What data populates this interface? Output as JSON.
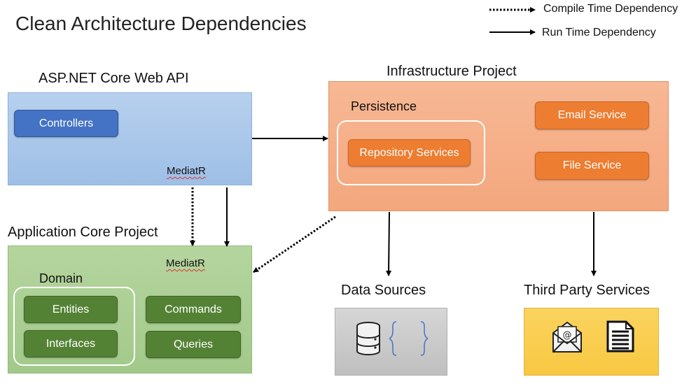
{
  "title": "Clean Architecture Dependencies",
  "legend": {
    "compile_time": "Compile Time Dependency",
    "run_time": "Run Time Dependency"
  },
  "web_api": {
    "label": "ASP.NET Core Web API",
    "controllers": "Controllers",
    "mediatr": "MediatR"
  },
  "core": {
    "label": "Application Core Project",
    "mediatr": "MediatR",
    "domain": "Domain",
    "entities": "Entities",
    "interfaces": "Interfaces",
    "commands": "Commands",
    "queries": "Queries"
  },
  "infrastructure": {
    "label": "Infrastructure Project",
    "persistence": "Persistence",
    "repository_services": "Repository Services",
    "email_service": "Email Service",
    "file_service": "File Service"
  },
  "data_sources": {
    "label": "Data Sources",
    "icons": [
      "database-icon",
      "json-braces-icon"
    ]
  },
  "third_party": {
    "label": "Third Party Services",
    "icons": [
      "email-icon",
      "document-icon"
    ]
  }
}
